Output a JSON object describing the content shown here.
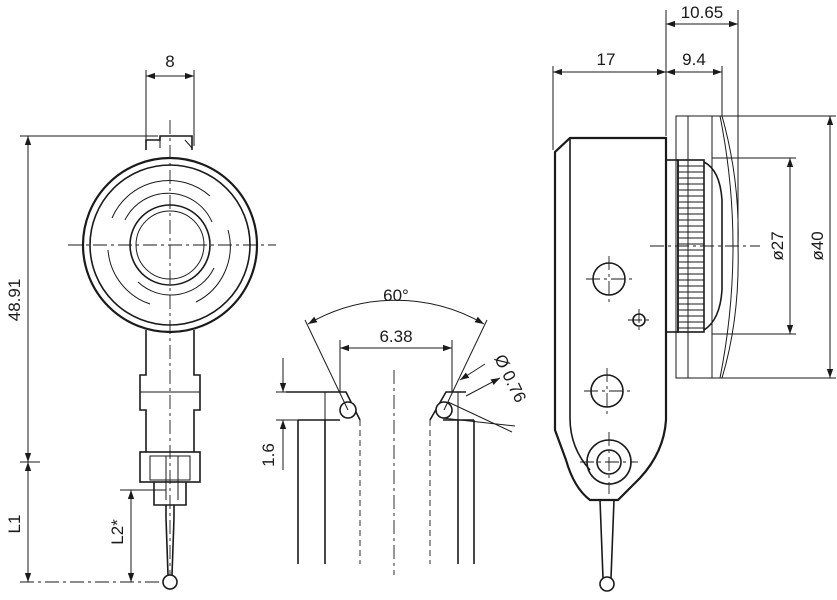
{
  "dimensions": {
    "width_top": "8",
    "height_total": "48.91",
    "L1": "L1",
    "L2": "L2*",
    "angle": "60°",
    "bore_width": "6.38",
    "ball_diameter": "Ø 0.76",
    "seat_height": "1.6",
    "side_body_width": "17",
    "side_offset": "9.4",
    "side_total": "10.65",
    "dial_inner_diameter": "ø27",
    "dial_outer_diameter": "ø40"
  },
  "colors": {
    "line": "#1a1a1a",
    "background": "#ffffff"
  }
}
